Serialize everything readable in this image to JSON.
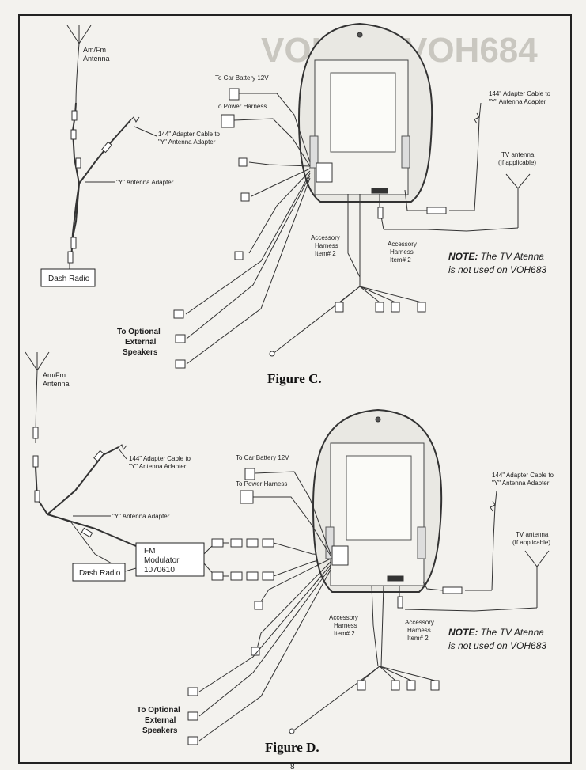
{
  "figure_c": {
    "caption": "Figure C.",
    "am_fm_antenna": [
      "Am/Fm",
      "Antenna"
    ],
    "adapter_cable": [
      "144\" Adapter Cable to",
      "\"Y\" Antenna Adapter"
    ],
    "y_adapter": "\"Y\" Antenna Adapter",
    "dash_radio": "Dash Radio",
    "car_battery": "To Car Battery 12V",
    "power_harness": "To Power Harness",
    "adapter_cable_right": [
      "144\" Adapter Cable to",
      "\"Y\" Antenna Adapter"
    ],
    "tv_antenna": [
      "TV antenna",
      "(If applicable)"
    ],
    "accessory_left": [
      "Accessory",
      "Harness",
      "Item# 2"
    ],
    "accessory_right": [
      "Accessory",
      "Harness",
      "Item# 2"
    ],
    "note_bold": "NOTE:",
    "note_rest_1": " The TV Atenna",
    "note_rest_2": "is not used on VOH683",
    "speakers": [
      "To Optional",
      "External",
      "Speakers"
    ],
    "ghost_title": "VOH684/VOH684"
  },
  "figure_d": {
    "caption": "Figure D.",
    "am_fm_antenna": [
      "Am/Fm",
      "Antenna"
    ],
    "adapter_cable": [
      "144\" Adapter Cable to",
      "\"Y\" Antenna Adapter"
    ],
    "y_adapter": "\"Y\" Antenna Adapter",
    "dash_radio": "Dash Radio",
    "fm_modulator": [
      "FM",
      "Modulator",
      "1070610"
    ],
    "car_battery": "To Car Battery 12V",
    "power_harness": "To Power Harness",
    "adapter_cable_right": [
      "144\" Adapter Cable to",
      "\"Y\" Antenna Adapter"
    ],
    "tv_antenna": [
      "TV antenna",
      "(If applicable)"
    ],
    "accessory_left": [
      "Accessory",
      "Harness",
      "Item# 2"
    ],
    "accessory_right": [
      "Accessory",
      "Harness",
      "Item# 2"
    ],
    "note_bold": "NOTE:",
    "note_rest_1": " The TV Atenna",
    "note_rest_2": "is not used on VOH683",
    "speakers": [
      "To Optional",
      "External",
      "Speakers"
    ]
  },
  "page_number": "8"
}
